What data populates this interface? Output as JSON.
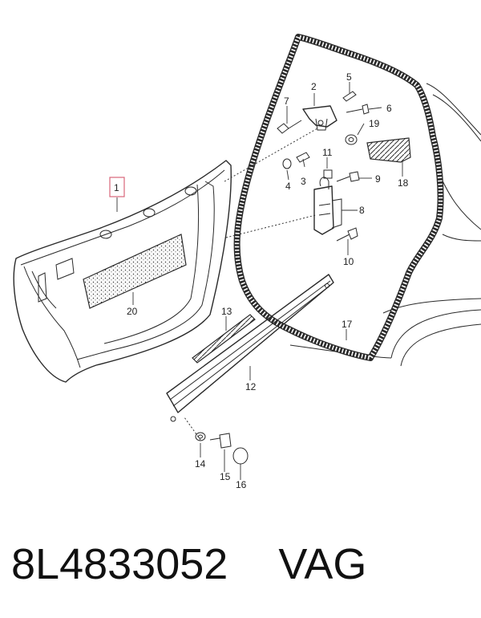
{
  "labels": {
    "l1": "1",
    "l2": "2",
    "l3": "3",
    "l4": "4",
    "l5": "5",
    "l6": "6",
    "l7": "7",
    "l8": "8",
    "l9": "9",
    "l10": "10",
    "l11": "11",
    "l12": "12",
    "l13": "13",
    "l14": "14",
    "l15": "15",
    "l16": "16",
    "l17": "17",
    "l18": "18",
    "l19": "19",
    "l20": "20"
  },
  "highlight_color": "#d8667a",
  "footer": {
    "part_number": "8L4833052",
    "brand": "VAG"
  }
}
